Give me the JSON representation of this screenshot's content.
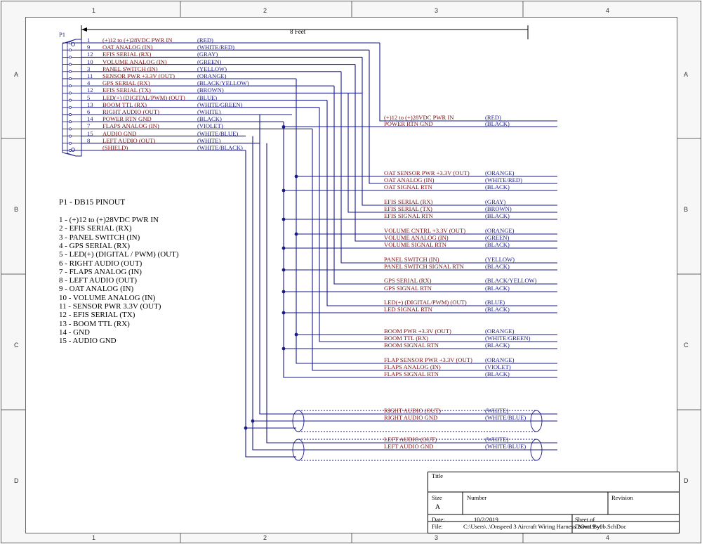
{
  "connector_label": "P1",
  "length_label": "8 Feet",
  "zones": {
    "cols": [
      "1",
      "2",
      "3",
      "4"
    ],
    "rows": [
      "A",
      "B",
      "C",
      "D"
    ]
  },
  "p1_pins": [
    {
      "num": "1",
      "signal": "(+)12 to (+)28VDC PWR IN",
      "color": "(RED)"
    },
    {
      "num": "9",
      "signal": "OAT ANALOG (IN)",
      "color": "(WHITE/RED)"
    },
    {
      "num": "12",
      "signal": "EFIS SERIAL (RX)",
      "color": "(GRAY)"
    },
    {
      "num": "10",
      "signal": "VOLUME ANALOG (IN)",
      "color": "(GREEN)"
    },
    {
      "num": "3",
      "signal": "PANEL SWITCH (IN)",
      "color": "(YELLOW)"
    },
    {
      "num": "11",
      "signal": "SENSOR PWR +3.3V (OUT)",
      "color": "(ORANGE)"
    },
    {
      "num": "4",
      "signal": "GPS SERIAL (RX)",
      "color": "(BLACK/YELLOW)"
    },
    {
      "num": "12",
      "signal": "EFIS SERIAL (TX)",
      "color": "(BROWN)"
    },
    {
      "num": "5",
      "signal": "LED(+) (DIGITAL/PWM) (OUT)",
      "color": "(BLUE)"
    },
    {
      "num": "13",
      "signal": "BOOM TTL (RX)",
      "color": "(WHITE/GREEN)"
    },
    {
      "num": "6",
      "signal": "RIGHT AUDIO (OUT)",
      "color": "(WHITE)"
    },
    {
      "num": "14",
      "signal": "POWER RTN GND",
      "color": "(BLACK)"
    },
    {
      "num": "7",
      "signal": "FLAPS ANALOG (IN)",
      "color": "(VIOLET)"
    },
    {
      "num": "15",
      "signal": "AUDIO GND",
      "color": "(WHITE/BLUE)"
    },
    {
      "num": "8",
      "signal": "LEFT AUDIO (OUT)",
      "color": "(WHITE)"
    },
    {
      "num": "",
      "signal": "(SHIELD)",
      "color": "(WHITE/BLACK)"
    }
  ],
  "outputs": [
    {
      "signal": "(+)12 to (+)28VDC PWR IN",
      "color": "(RED)"
    },
    {
      "signal": "POWER RTN GND",
      "color": "(BLACK)"
    },
    {
      "signal": "OAT SENSOR PWR +3.3V (OUT)",
      "color": "(ORANGE)"
    },
    {
      "signal": "OAT ANALOG (IN)",
      "color": "(WHITE/RED)"
    },
    {
      "signal": "OAT SIGNAL RTN",
      "color": "(BLACK)"
    },
    {
      "signal": "EFIS SERIAL (RX)",
      "color": "(GRAY)"
    },
    {
      "signal": "EFIS SERIAL (TX)",
      "color": "(BROWN)"
    },
    {
      "signal": "EFIS SIGNAL RTN",
      "color": "(BLACK)"
    },
    {
      "signal": "VOLUME CNTRL +3.3V (OUT)",
      "color": "(ORANGE)"
    },
    {
      "signal": "VOLUME ANALOG (IN)",
      "color": "(GREEN)"
    },
    {
      "signal": "VOLUME SIGNAL RTN",
      "color": "(BLACK)"
    },
    {
      "signal": "PANEL SWITCH (IN)",
      "color": "(YELLOW)"
    },
    {
      "signal": "PANEL SWITCH  SIGNAL RTN",
      "color": "(BLACK)"
    },
    {
      "signal": "GPS SERIAL (RX)",
      "color": "(BLACK/YELLOW)"
    },
    {
      "signal": "GPS SIGNAL RTN",
      "color": "(BLACK)"
    },
    {
      "signal": "LED(+) (DIGITAL/PWM) (OUT)",
      "color": "(BLUE)"
    },
    {
      "signal": "LED SIGNAL RTN",
      "color": "(BLACK)"
    },
    {
      "signal": "BOOM PWR +3.3V (OUT)",
      "color": "(ORANGE)"
    },
    {
      "signal": "BOOM TTL (RX)",
      "color": "(WHITE/GREEN)"
    },
    {
      "signal": "BOOM SIGNAL RTN",
      "color": "(BLACK)"
    },
    {
      "signal": "FLAP SENSOR PWR +3.3V (OUT)",
      "color": "(ORANGE)"
    },
    {
      "signal": "FLAPS ANALOG (IN)",
      "color": "(VIOLET)"
    },
    {
      "signal": "FLAPS SIGNAL RTN",
      "color": "(BLACK)"
    },
    {
      "signal": "RIGHT AUDIO (OUT)",
      "color": "(WHITE)"
    },
    {
      "signal": "RIGHT AUDIO GND",
      "color": "(WHITE/BLUE)"
    },
    {
      "signal": "LEFT AUDIO (OUT)",
      "color": "(WHITE)"
    },
    {
      "signal": "LEFT AUDIO GND",
      "color": "(WHITE/BLUE)"
    }
  ],
  "pinout": {
    "title": "P1 - DB15 PINOUT",
    "rows": [
      "1 - (+)12 to (+)28VDC PWR IN",
      "2 - EFIS SERIAL (RX)",
      "3 - PANEL SWITCH (IN)",
      "4 - GPS SERIAL (RX)",
      "5 - LED(+) (DIGITAL / PWM) (OUT)",
      "6 - RIGHT AUDIO (OUT)",
      "7 - FLAPS ANALOG (IN)",
      "8 - LEFT AUDIO (OUT)",
      "9 - OAT ANALOG (IN)",
      "10 - VOLUME ANALOG (IN)",
      "11 - SENSOR PWR 3.3V (OUT)",
      "12 - EFIS SERIAL (TX)",
      "13 - BOOM TTL (RX)",
      "14 - GND",
      "15 - AUDIO GND"
    ]
  },
  "title_block": {
    "title_label": "Title",
    "size_label": "Size",
    "size_value": "A",
    "number_label": "Number",
    "revision_label": "Revision",
    "date_label": "Date:",
    "date_value": "10/2/2019",
    "sheet_label": "Sheet    of",
    "file_label": "File:",
    "file_value": "C:\\Users\\..\\Onspeed 3 Aircraft Wiring Harness 2Oct19 v0b.SchDoc",
    "drawn_by_label": "Drawn By:"
  },
  "colors": {
    "wire": "#1a1a8a",
    "signal_text": "#7a1010",
    "color_text": "#1a1a8a",
    "border": "#555555"
  }
}
